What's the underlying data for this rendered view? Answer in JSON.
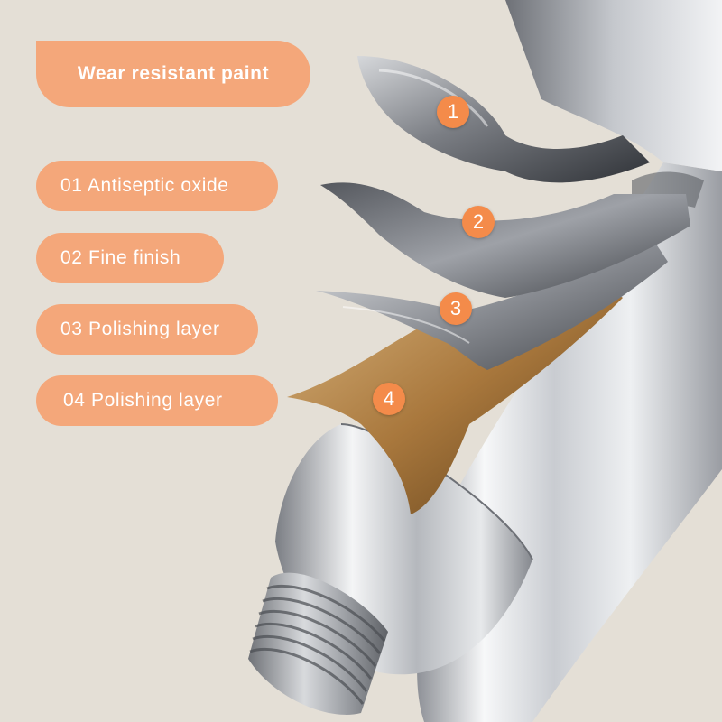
{
  "title_label": "Wear resistant paint",
  "layers": [
    {
      "label": "01  Antiseptic oxide",
      "number": "1"
    },
    {
      "label": "02 Fine finish",
      "number": "2"
    },
    {
      "label": "03 Polishing layer",
      "number": "3"
    },
    {
      "label": "04 Polishing layer",
      "number": "4"
    }
  ],
  "colors": {
    "background": "#e4dfd6",
    "label_fill": "#f4a77a",
    "number_badge": "#f48b4a",
    "label_text": "#ffffff",
    "copper_layer": "#b88a4e",
    "chrome": "#b9bcc2"
  }
}
